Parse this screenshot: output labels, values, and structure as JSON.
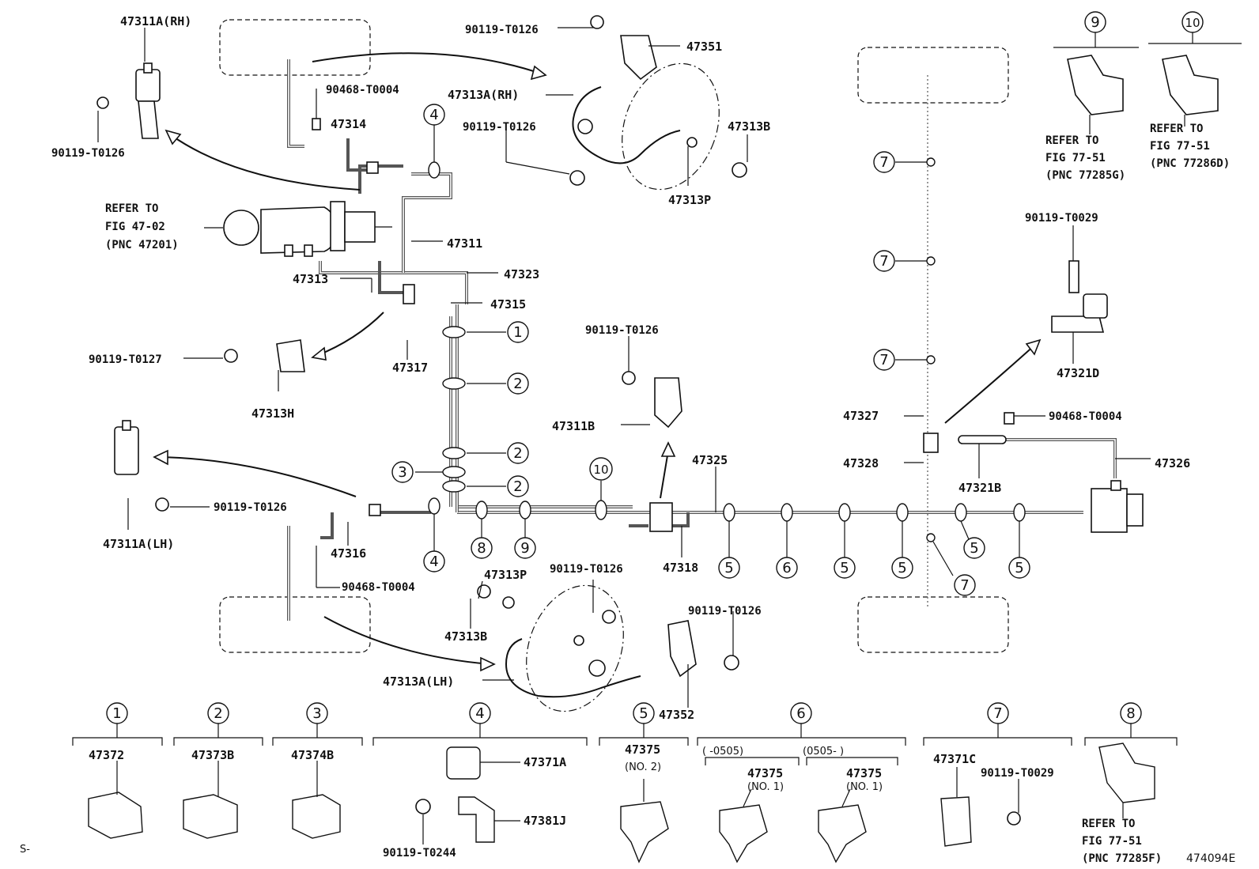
{
  "labels": {
    "p47311a_rh": "47311A(RH)",
    "p90119_t0126_a": "90119-T0126",
    "p90119_t0126_b": "90119-T0126",
    "p47351": "47351",
    "p47313a_rh": "47313A(RH)",
    "p90119_t0126_c": "90119-T0126",
    "p47313b_top": "47313B",
    "p47313p_top": "47313P",
    "p90468_t0004_a": "90468-T0004",
    "p47314": "47314",
    "refer_47_line1": "REFER TO",
    "refer_47_line2": "FIG 47-02",
    "refer_47_line3": "(PNC 47201)",
    "p47311": "47311",
    "p47323": "47323",
    "p47313": "47313",
    "p47315": "47315",
    "p90119_t0127": "90119-T0127",
    "p47317": "47317",
    "p47313h": "47313H",
    "p90119_t0126_d": "90119-T0126",
    "p47311b": "47311B",
    "p47311a_lh": "47311A(LH)",
    "p90119_t0126_e": "90119-T0126",
    "p47316": "47316",
    "p90468_t0004_b": "90468-T0004",
    "p47325": "47325",
    "p47318": "47318",
    "p47313p_bot": "47313P",
    "p90119_t0126_f": "90119-T0126",
    "p47313b_bot": "47313B",
    "p47313a_lh": "47313A(LH)",
    "p90119_t0126_g": "90119-T0126",
    "p47352": "47352",
    "p47327": "47327",
    "p47328": "47328",
    "p90468_t0004_c": "90468-T0004",
    "p47326": "47326",
    "p47321b": "47321B",
    "p90119_t0029_a": "90119-T0029",
    "p47321d": "47321D",
    "refer_9_line1": "REFER TO",
    "refer_9_line2": "FIG 77-51",
    "refer_9_line3": "(PNC 77285G)",
    "refer_10_line1": "REFER TO",
    "refer_10_line2": "FIG 77-51",
    "refer_10_line3": "(PNC 77286D)"
  },
  "callouts": {
    "c1": "1",
    "c2": "2",
    "c3": "3",
    "c4": "4",
    "c5": "5",
    "c6": "6",
    "c7": "7",
    "c8": "8",
    "c9": "9",
    "c10": "10"
  },
  "legend": {
    "l1_part": "47372",
    "l2_part": "47373B",
    "l3_part": "47374B",
    "l4_part_a": "47371A",
    "l4_part_b": "47381J",
    "l4_bolt": "90119-T0244",
    "l5_part": "47375",
    "l5_note": "(NO. 2)",
    "l6_range_a": "(      -0505)",
    "l6_range_b": "(0505-      )",
    "l6_part_a": "47375",
    "l6_note_a": "(NO. 1)",
    "l6_part_b": "47375",
    "l6_note_b": "(NO. 1)",
    "l7_part": "47371C",
    "l7_bolt": "90119-T0029",
    "l8_line1": "REFER TO",
    "l8_line2": "FIG 77-51",
    "l8_line3": "(PNC 77285F)"
  },
  "footer": {
    "left_mark": "S-",
    "code": "474094E"
  }
}
